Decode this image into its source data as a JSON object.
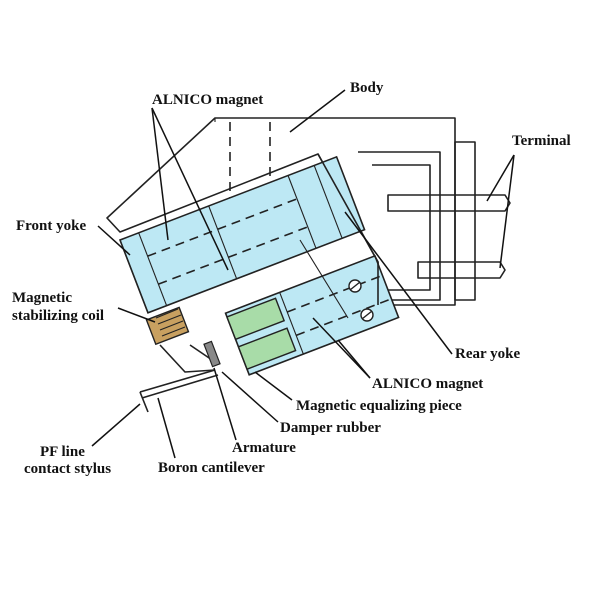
{
  "labels": {
    "body": "Body",
    "alnico_top": "ALNICO magnet",
    "terminal": "Terminal",
    "front_yoke": "Front yoke",
    "magnetic_stabilizing_coil_1": "Magnetic",
    "magnetic_stabilizing_coil_2": "stabilizing coil",
    "rear_yoke": "Rear yoke",
    "alnico_bottom": "ALNICO magnet",
    "equalizing_piece": "Magnetic equalizing piece",
    "damper_rubber": "Damper rubber",
    "armature": "Armature",
    "pf_line_1": "PF line",
    "pf_line_2": "contact stylus",
    "boron_cantilever": "Boron cantilever"
  },
  "colors": {
    "magnet_fill": "#bde8f4",
    "equalizer_fill": "#a8dca8",
    "coil_fill": "#c8a060",
    "outline": "#222222",
    "text": "#111111"
  }
}
